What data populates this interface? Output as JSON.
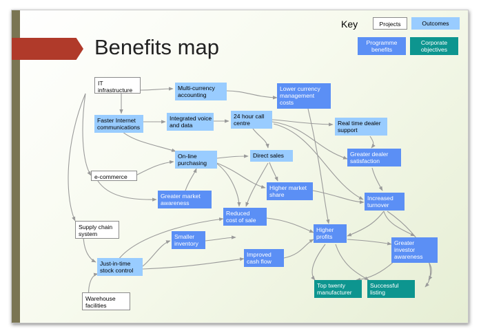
{
  "title": "Benefits map",
  "key": {
    "label": "Key",
    "projects": "Projects",
    "outcomes": "Outcomes",
    "programme_benefits": [
      "Programme",
      "benefits"
    ],
    "corporate_objectives": [
      "Corporate",
      "objectives"
    ]
  },
  "colors": {
    "project": "#ffffff",
    "outcome": "#99ccff",
    "benefit": "#5b8ff5",
    "objective": "#0d958f",
    "title_band": "#b03a2a",
    "sidebar": "#7a7553",
    "connector": "#9a9a9a"
  },
  "nodes": {
    "it_infrastructure": [
      "IT",
      "infrastructure"
    ],
    "multi_currency": [
      "Multi-currency",
      "accounting"
    ],
    "lower_currency": [
      "Lower currency",
      "management",
      "costs"
    ],
    "faster_internet": [
      "Faster Internet",
      "communications"
    ],
    "integrated_voice": [
      "Integrated voice",
      "and data"
    ],
    "call_centre": [
      "24 hour call",
      "centre"
    ],
    "real_time_dealer": [
      "Real time dealer",
      "support"
    ],
    "greater_dealer": [
      "Greater dealer",
      "satisfaction"
    ],
    "online_purchasing": [
      "On-line",
      "purchasing"
    ],
    "direct_sales": [
      "Direct sales"
    ],
    "e_commerce": [
      "e-commerce"
    ],
    "greater_market_awareness": [
      "Greater market",
      "awareness"
    ],
    "higher_market_share": [
      "Higher market",
      "share"
    ],
    "increased_turnover": [
      "Increased",
      "turnover"
    ],
    "supply_chain": [
      "Supply chain",
      "system"
    ],
    "reduced_cost": [
      "Reduced",
      "cost of sale"
    ],
    "higher_profits": [
      "Higher",
      "profits"
    ],
    "smaller_inventory": [
      "Smaller",
      "inventory"
    ],
    "greater_investor": [
      "Greater",
      "investor",
      "awareness"
    ],
    "jit_stock": [
      "Just-in-time",
      "stock control"
    ],
    "improved_cash": [
      "Improved",
      "cash flow"
    ],
    "warehouse": [
      "Warehouse",
      "facilities"
    ],
    "top_twenty": [
      "Top twenty",
      "manufacturer"
    ],
    "successful_listing": [
      "Successful",
      "listing"
    ]
  }
}
